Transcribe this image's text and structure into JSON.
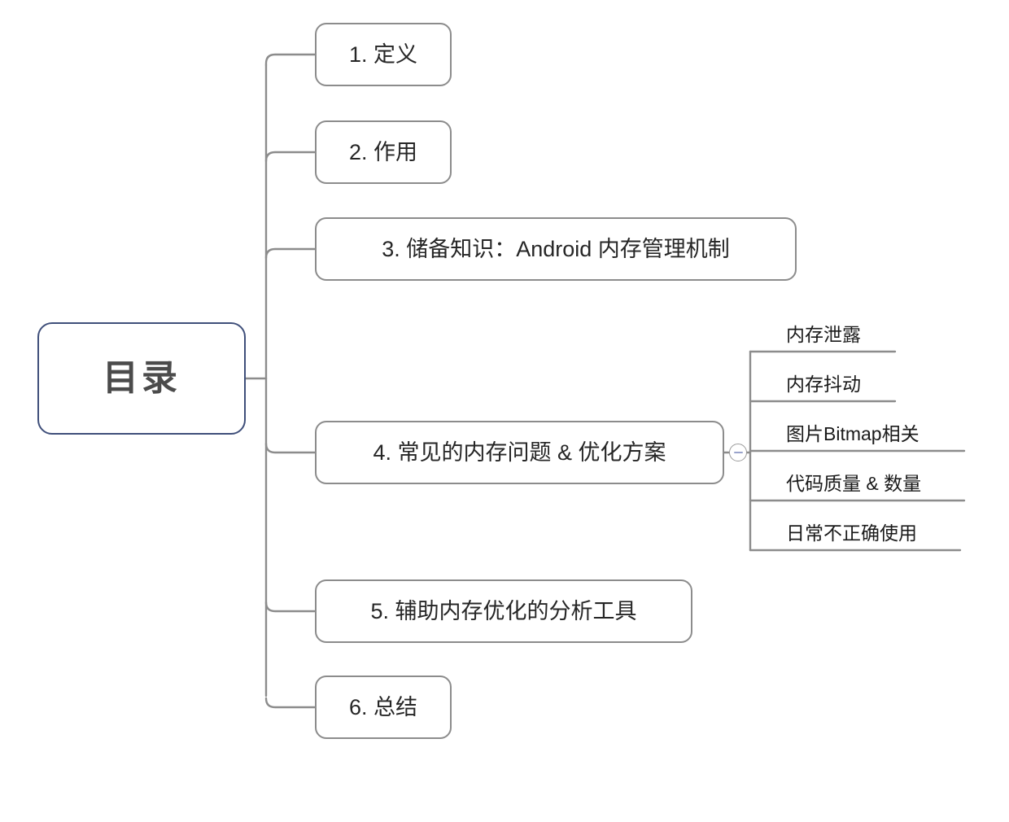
{
  "diagram": {
    "type": "mindmap",
    "title": "目录",
    "root": {
      "label": "目录",
      "border_color": "#3f4f7a",
      "text_color": "#4b4b4b"
    },
    "branch_border_color": "#8c8c8c",
    "branch_text_color": "#262626",
    "leaf_text_color": "#1a1a1a",
    "edge_color": "#8c8c8c",
    "background_color": "#ffffff",
    "branches": [
      {
        "label": "1. 定义"
      },
      {
        "label": "2. 作用"
      },
      {
        "label": "3. 储备知识：Android 内存管理机制"
      },
      {
        "label": "4. 常见的内存问题 & 优化方案",
        "collapse_state": "expanded",
        "collapse_icon": "minus-circle-icon",
        "children": [
          {
            "label": "内存泄露"
          },
          {
            "label": "内存抖动"
          },
          {
            "label": "图片Bitmap相关"
          },
          {
            "label": "代码质量 & 数量"
          },
          {
            "label": "日常不正确使用"
          }
        ]
      },
      {
        "label": "5. 辅助内存优化的分析工具"
      },
      {
        "label": "6. 总结"
      }
    ]
  }
}
